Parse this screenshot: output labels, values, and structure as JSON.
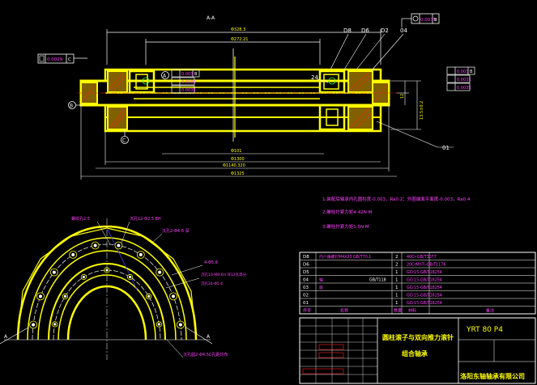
{
  "drawing": {
    "section_label": "A-A",
    "top_tolerance_flatness": "0.0035",
    "top_tolerance_datum": "B",
    "left_tolerance_flatness": "0.0029",
    "left_tolerance_datum": "C",
    "datum_b": "B",
    "datum_a": "A",
    "datum_c": "C",
    "inner_tol_1": "0.003",
    "inner_tol_1_datum": "B",
    "inner_tol_2": "0.0035",
    "inner_tol_3": "0.0035",
    "right_tol_1": "0.003",
    "right_tol_1_datum": "B",
    "right_tol_2": "0.0035",
    "right_tol_3": "0.0035",
    "part_labels": [
      "D8",
      "D6",
      "D2",
      "04",
      "24",
      "01"
    ],
    "dims": {
      "top_dim": "Φ328.3",
      "top_dim2": "Φ272.21",
      "bottom_dim1": "Φ101",
      "bottom_dim2": "Φ1300",
      "bottom_dim3": "Φ1325",
      "bottom_dim4": "Φ1140.320",
      "right_dim": "13.5±0.2",
      "right_dim2": "12"
    },
    "notes": [
      "1.装配后轴承内孔圆柱度-0.003，Ra0.2；外圈端面平面度-0.003，Ra0.4",
      "2.螺栓拧紧力矩4-42N M",
      "3.螺栓拧紧力矩1.5N M"
    ],
    "arc_labels": [
      "螺纹孔2.5",
      "沉孔12-Φ2.5 8H",
      "沉孔2-Φ4.8 深",
      "4-Φ5.8",
      "沉孔10-M8-6H 深12孔等分",
      "沉孔24-Φ5.4",
      "沉孔圆2-Φ4.5C孔距均布"
    ],
    "arc_axis_labels": [
      "A",
      "A"
    ]
  },
  "bom": {
    "rows": [
      {
        "no": "D8",
        "name": "内六角螺钉M4X20 GB/T70.1",
        "qty": "2",
        "material": "40Cr-GB/T3077"
      },
      {
        "no": "D6",
        "name": "",
        "qty": "2",
        "material": "20CrMnTi-GB/T1176"
      },
      {
        "no": "D5",
        "name": "",
        "qty": "1",
        "material": "GCr15-GB/T18254"
      },
      {
        "no": "04",
        "name": "轴",
        "qty": "1",
        "std": "GB/T118",
        "material": "GCr15-GB/T18254"
      },
      {
        "no": "03",
        "name": "座",
        "qty": "1",
        "material": "GCr15-GB/T18254"
      },
      {
        "no": "02",
        "name": "",
        "qty": "1",
        "material": "GCr15-GB/T18254"
      },
      {
        "no": "01",
        "name": "",
        "qty": "1",
        "material": "GCr15-GB/T18254"
      }
    ],
    "header": [
      "序号",
      "名称",
      "数量",
      "材料",
      "备注"
    ]
  },
  "title_block": {
    "model": "YRT 80 P4",
    "title_line1": "圆柱滚子与双向推力滚针",
    "title_line2": "组合轴承",
    "company": "洛阳东轴轴承有限公司"
  },
  "colors": {
    "background": "#000000",
    "yellow": "#ffff00",
    "white": "#ffffff",
    "red": "#ff2020",
    "magenta": "#ff40ff",
    "cyan": "#00ffff",
    "green": "#30ff30",
    "blue": "#4040ff"
  }
}
